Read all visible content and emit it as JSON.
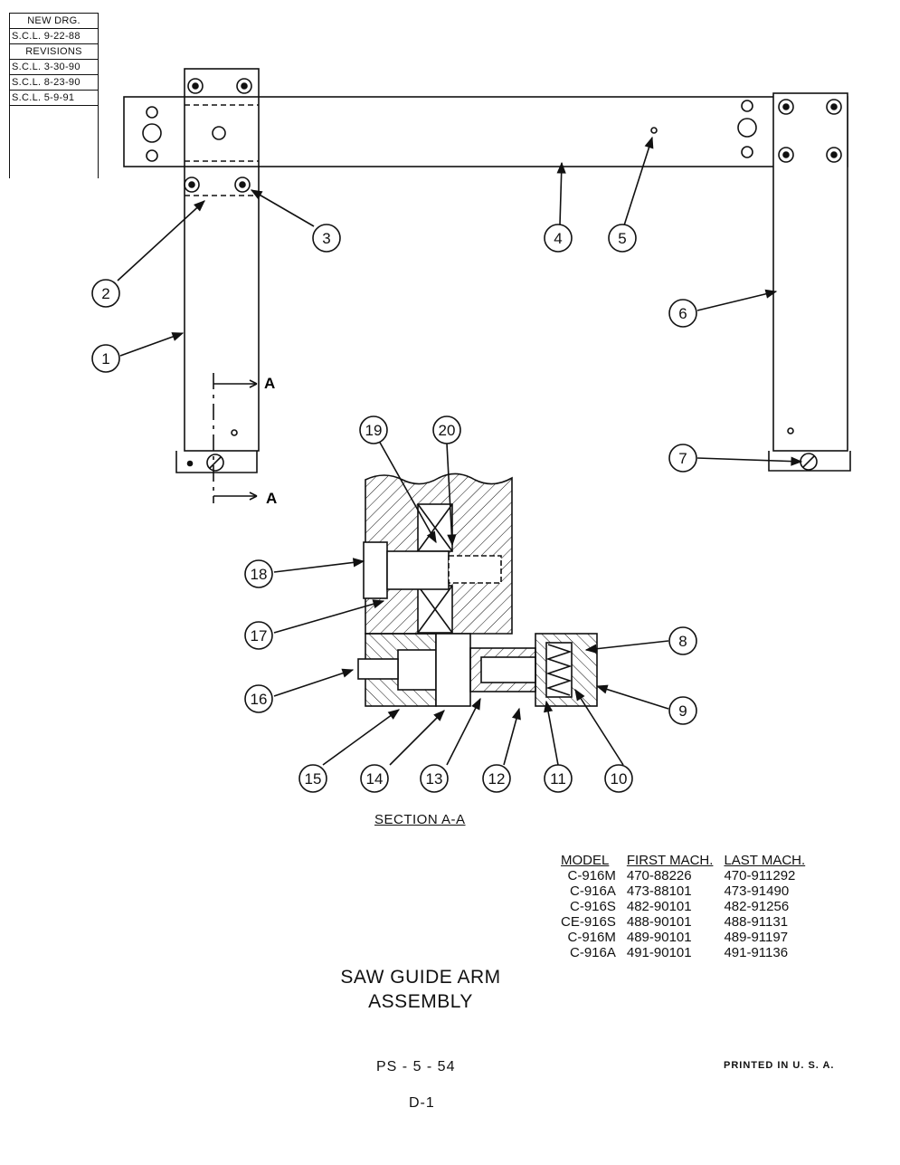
{
  "revisions": {
    "header": "NEW DRG.",
    "new": "S.C.L. 9-22-88",
    "label": "REVISIONS",
    "rows": [
      "S.C.L. 3-30-90",
      "S.C.L. 8-23-90",
      "S.C.L. 5-9-91"
    ]
  },
  "callouts": [
    "1",
    "2",
    "3",
    "4",
    "5",
    "6",
    "7",
    "8",
    "9",
    "10",
    "11",
    "12",
    "13",
    "14",
    "15",
    "16",
    "17",
    "18",
    "19",
    "20"
  ],
  "section_marker": "A",
  "section_label": "SECTION A-A",
  "models": {
    "headers": [
      "MODEL",
      "FIRST MACH.",
      "LAST MACH."
    ],
    "rows": [
      [
        "C-916M",
        "470-88226",
        "470-911292"
      ],
      [
        "C-916A",
        "473-88101",
        "473-91490"
      ],
      [
        "C-916S",
        "482-90101",
        "482-91256"
      ],
      [
        "CE-916S",
        "488-90101",
        "488-91131"
      ],
      [
        "C-916M",
        "489-90101",
        "489-91197"
      ],
      [
        "C-916A",
        "491-90101",
        "491-91136"
      ]
    ]
  },
  "title": {
    "line1": "SAW GUIDE ARM",
    "line2": "ASSEMBLY"
  },
  "page_code": "PS - 5 - 54",
  "printed": "PRINTED IN U. S. A.",
  "page_number": "D-1"
}
